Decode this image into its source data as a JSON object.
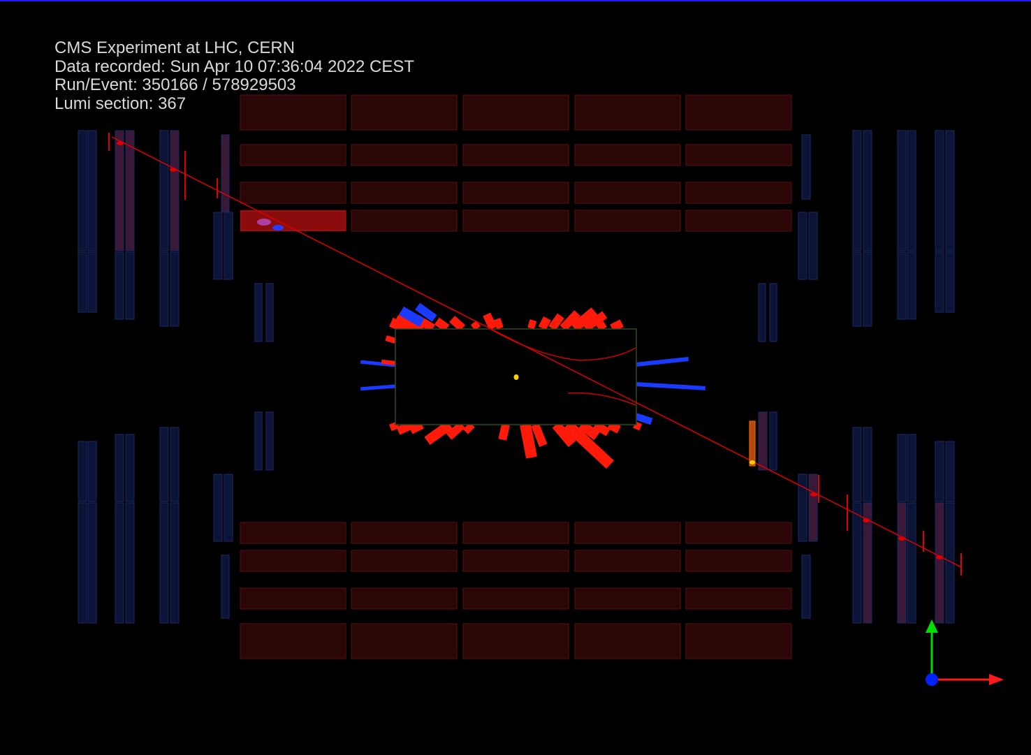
{
  "event_info": {
    "line1": "CMS Experiment at LHC, CERN",
    "line2": "Data recorded: Sun Apr 10 07:36:04 2022 CEST",
    "line3": "Run/Event: 350166 / 578929503",
    "line4": "Lumi section: 367"
  },
  "colors": {
    "background": "#000000",
    "top_border": "#1a1aff",
    "text": "#d9d9d9",
    "calorimeter_block_fill": "#2a0606",
    "calorimeter_block_stroke": "#5a1010",
    "highlighted_block": "#8a0c0c",
    "muon_chamber": "#0b1436",
    "muon_chamber_stroke": "#1b2a66",
    "muon_chamber_hit": "#3a1838",
    "ecal_tower": "#ff1a0a",
    "hcal_tower": "#1a3aff",
    "muon_track": "#e00000",
    "tracker_box_stroke": "#2e4a1e",
    "vertex": "#ffcc00",
    "axis_x": "#ff1a1a",
    "axis_y": "#00dd00",
    "axis_z": "#0022ff"
  },
  "icons": [
    "axis-gizmo-icon"
  ]
}
